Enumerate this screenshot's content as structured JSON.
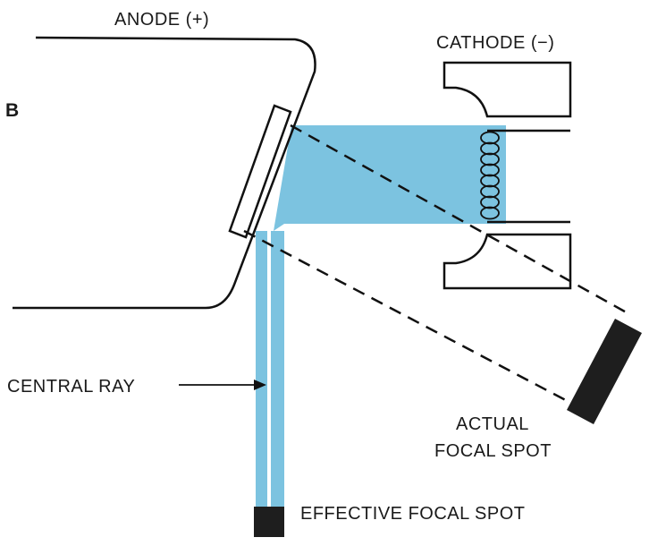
{
  "panel_letter": "B",
  "labels": {
    "anode": "ANODE (+)",
    "cathode": "CATHODE (−)",
    "central_ray": "CENTRAL RAY",
    "actual_focal_spot_line1": "ACTUAL",
    "actual_focal_spot_line2": "FOCAL SPOT",
    "effective_focal_spot": "EFFECTIVE FOCAL SPOT"
  },
  "colors": {
    "beam": "#7cc3e0",
    "line": "#111111",
    "spot": "#1e1e1e",
    "background": "#ffffff"
  }
}
